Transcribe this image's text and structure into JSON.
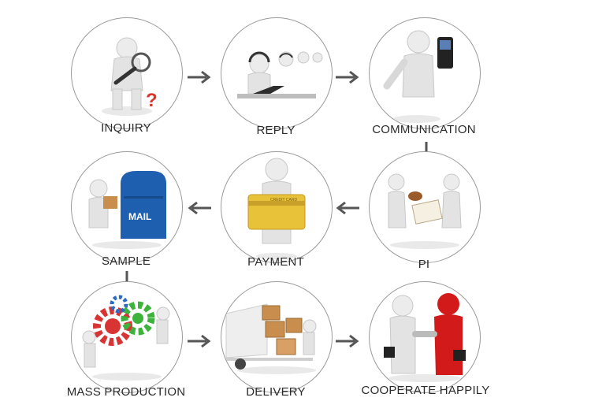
{
  "steps": [
    {
      "label": "INQUIRY",
      "icon": "magnifier-question-icon"
    },
    {
      "label": "REPLY",
      "icon": "call-center-icon"
    },
    {
      "label": "COMMUNICATION",
      "icon": "mobile-phone-icon"
    },
    {
      "label": "PI",
      "icon": "stamp-document-icon"
    },
    {
      "label": "PAYMENT",
      "icon": "credit-card-icon"
    },
    {
      "label": "SAMPLE",
      "icon": "mailbox-icon"
    },
    {
      "label": "MASS PRODUCTION",
      "icon": "gears-icon"
    },
    {
      "label": "DELIVERY",
      "icon": "truck-icon"
    },
    {
      "label": "COOPERATE HAPPILY",
      "icon": "handshake-icon"
    }
  ],
  "icon_text": {
    "mailbox": "MAIL",
    "card": "CREDIT CARD"
  },
  "colors": {
    "arrow": "#555555",
    "circle_border": "#9a9a9a",
    "figure": "#e6e6e6",
    "mailbox": "#1f5fb0",
    "card": "#e8c33a",
    "red_figure": "#d21a1a",
    "question": "#d9362b"
  }
}
